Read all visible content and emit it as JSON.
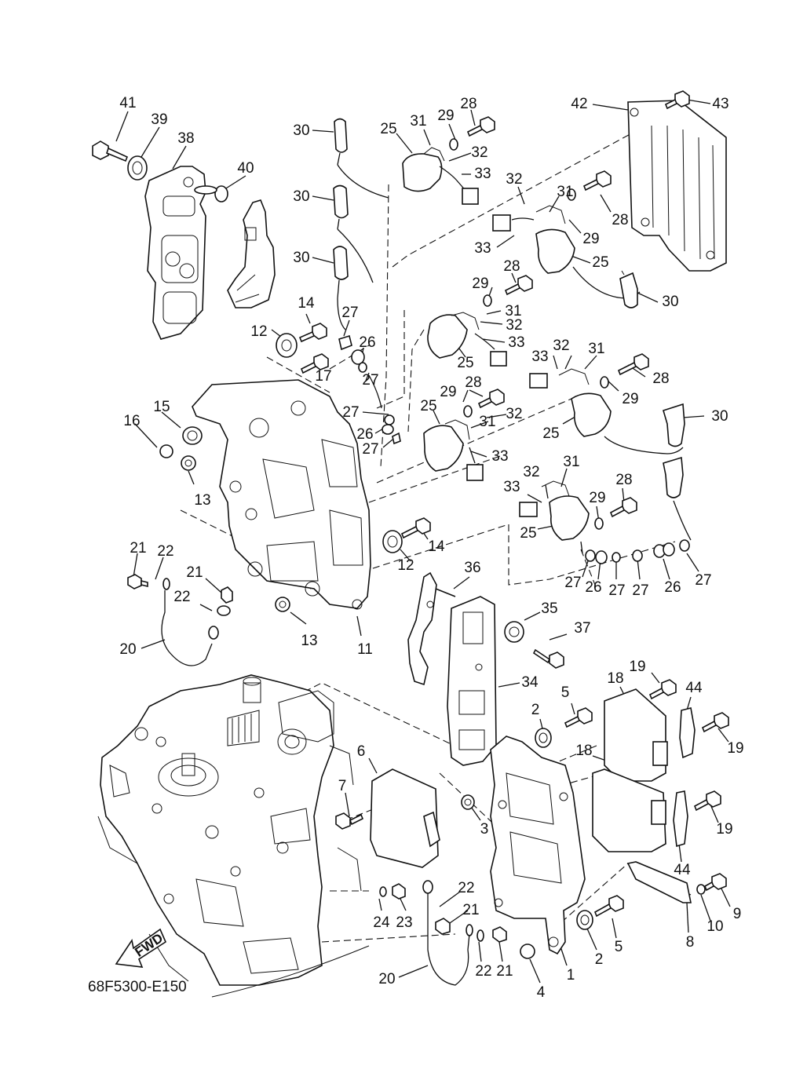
{
  "diagram": {
    "drawing_code": "68F5300-E150",
    "fwd_label": "FWD",
    "callouts": [
      "41",
      "39",
      "38",
      "40",
      "30",
      "25",
      "31",
      "29",
      "28",
      "32",
      "33",
      "42",
      "43",
      "12",
      "14",
      "27",
      "26",
      "17",
      "15",
      "16",
      "13",
      "11",
      "21",
      "22",
      "20",
      "36",
      "35",
      "37",
      "34",
      "19",
      "18",
      "44",
      "5",
      "2",
      "6",
      "7",
      "3",
      "24",
      "23",
      "1",
      "4",
      "8",
      "9",
      "10"
    ]
  }
}
